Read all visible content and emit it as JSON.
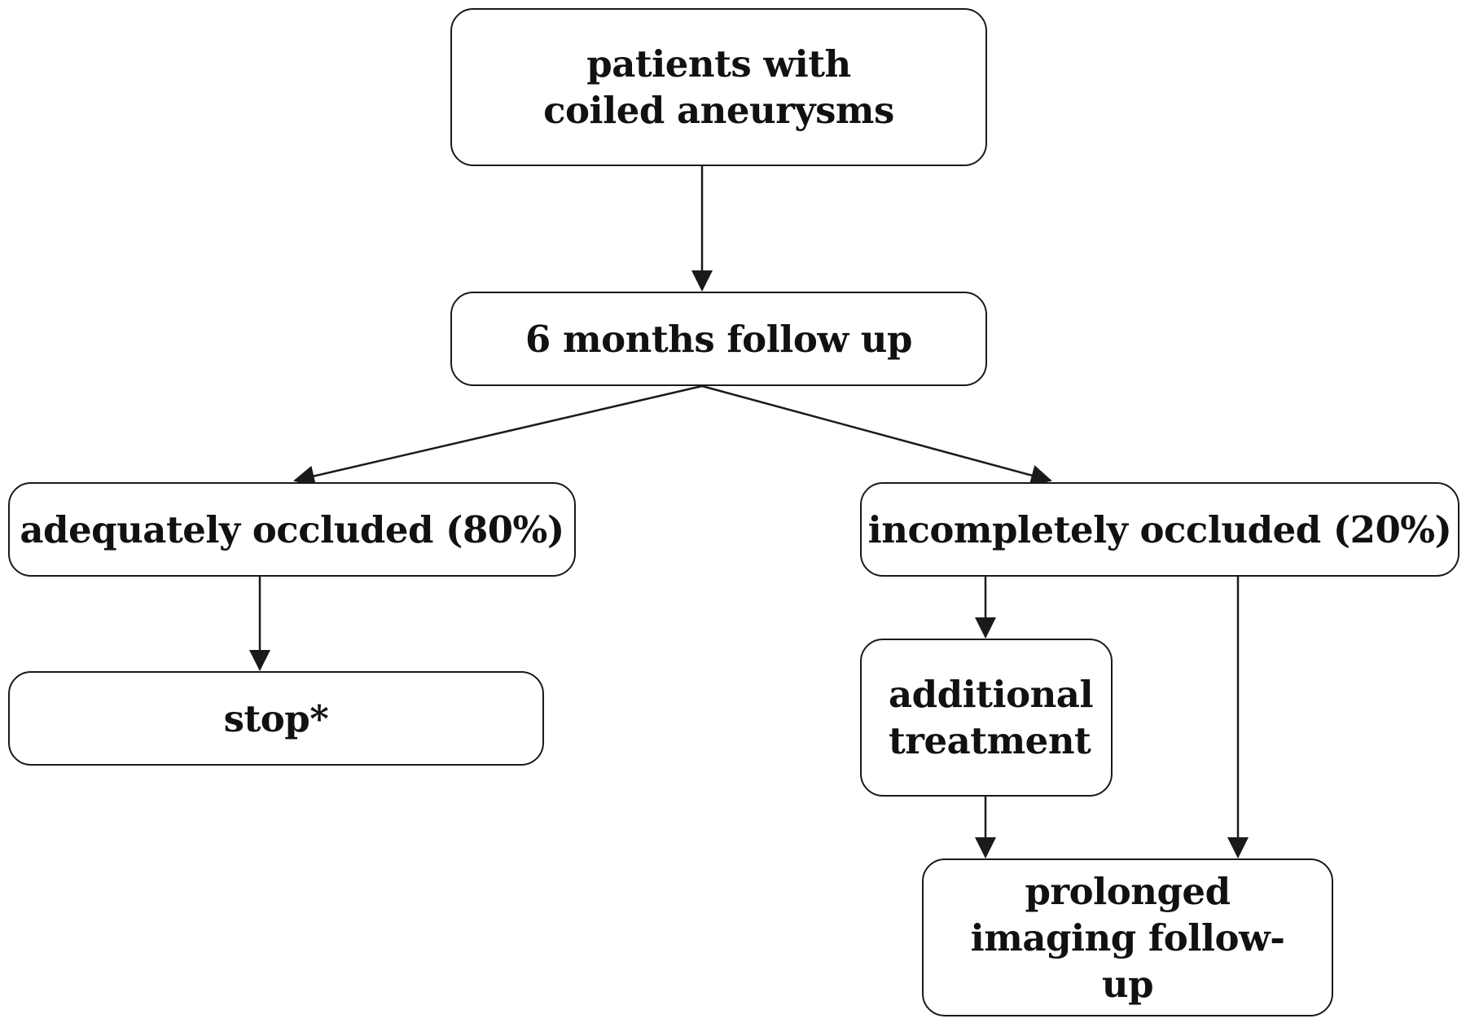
{
  "diagram": {
    "nodes": {
      "start": "patients with coiled aneurysms",
      "followup_6m": "6 months follow up",
      "adequate": "adequately occluded (80%)",
      "incomplete": "incompletely occluded (20%)",
      "stop": "stop*",
      "additional": "additional treatment",
      "prolonged": "prolonged imaging follow-up"
    },
    "edges": [
      {
        "from": "start",
        "to": "followup_6m"
      },
      {
        "from": "followup_6m",
        "to": "adequate"
      },
      {
        "from": "followup_6m",
        "to": "incomplete"
      },
      {
        "from": "adequate",
        "to": "stop"
      },
      {
        "from": "incomplete",
        "to": "additional"
      },
      {
        "from": "incomplete",
        "to": "prolonged"
      },
      {
        "from": "additional",
        "to": "prolonged"
      }
    ],
    "colors": {
      "line": "#1a1a1a",
      "text": "#111111",
      "background": "#ffffff"
    }
  }
}
